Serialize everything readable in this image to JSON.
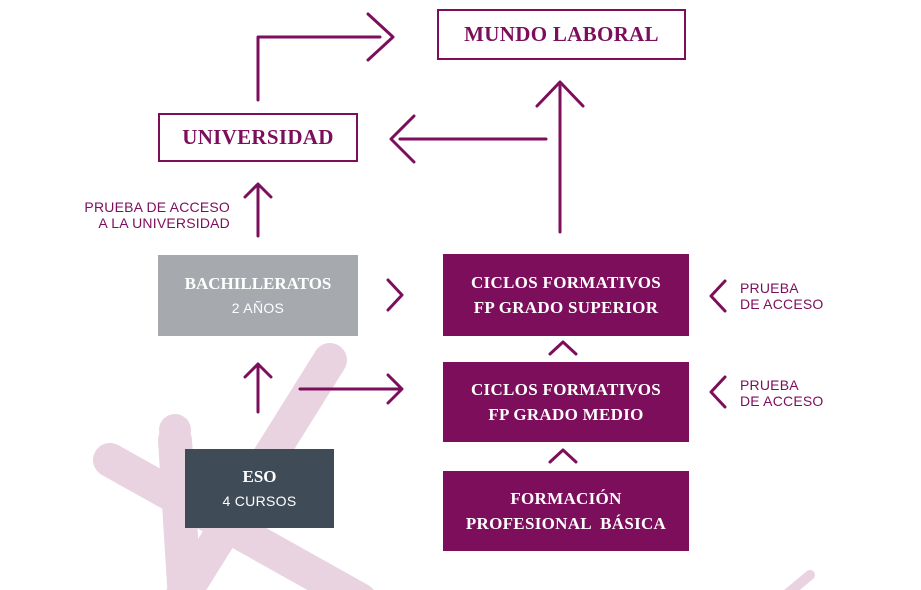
{
  "colors": {
    "brand": "#7d0e5c",
    "gray_box": "#a6a9ad",
    "dark_box": "#3f4b57",
    "background_figure": "#e9d3e1"
  },
  "boxes": {
    "mundo_laboral": {
      "title": "MUNDO LABORAL"
    },
    "universidad": {
      "title": "UNIVERSIDAD"
    },
    "bachilleratos": {
      "title": "BACHILLERATOS",
      "sub": "2 AÑOS"
    },
    "eso": {
      "title": "ESO",
      "sub": "4 CURSOS"
    },
    "fp_superior": {
      "line1": "CICLOS FORMATIVOS",
      "line2": "FP GRADO SUPERIOR"
    },
    "fp_medio": {
      "line1": "CICLOS FORMATIVOS",
      "line2": "FP GRADO MEDIO"
    },
    "fp_basica": {
      "line1": "FORMACIÓN",
      "line2": "PROFESIONAL  BÁSICA"
    }
  },
  "notes": {
    "prueba_universidad": {
      "line1": "PRUEBA DE ACCESO",
      "line2": "A LA UNIVERSIDAD"
    },
    "prueba_superior": {
      "line1": "PRUEBA",
      "line2": "DE ACCESO"
    },
    "prueba_medio": {
      "line1": "PRUEBA",
      "line2": "DE ACCESO"
    }
  },
  "icons": [
    "chevron-right-icon",
    "chevron-left-icon",
    "chevron-up-icon",
    "arrow-up-icon",
    "arrow-right-icon",
    "arrow-left-icon"
  ]
}
